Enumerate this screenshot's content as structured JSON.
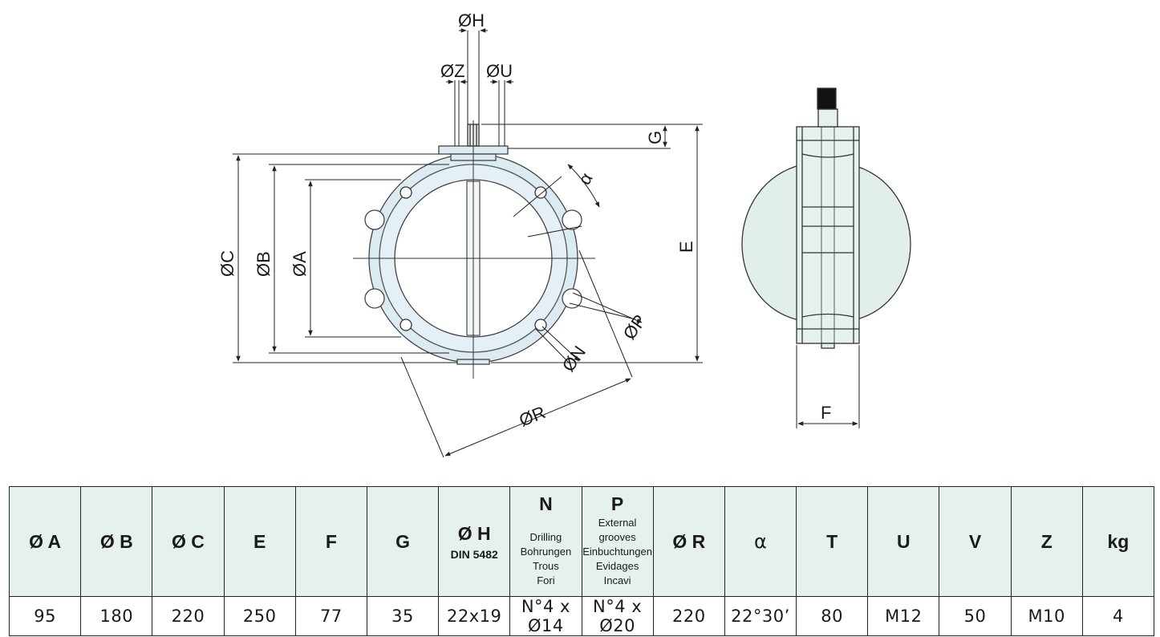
{
  "drawing": {
    "labels": {
      "h": "ØH",
      "z": "ØZ",
      "u": "ØU",
      "g": "G",
      "alpha": "α",
      "c": "ØC",
      "b": "ØB",
      "a": "ØA",
      "e": "E",
      "p": "ØP",
      "n": "ØN",
      "r": "ØR",
      "f": "F"
    }
  },
  "table": {
    "headers": [
      {
        "title": "Ø A"
      },
      {
        "title": "Ø B"
      },
      {
        "title": "Ø C"
      },
      {
        "title": "E"
      },
      {
        "title": "F"
      },
      {
        "title": "G"
      },
      {
        "title": "Ø H",
        "sub": "DIN 5482"
      },
      {
        "title": "N",
        "lines": [
          "Drilling",
          "Bohrungen",
          "Trous",
          "Fori"
        ]
      },
      {
        "title": "P",
        "lines": [
          "External grooves",
          "Einbuchtungen",
          "Evidages",
          "Incavi"
        ]
      },
      {
        "title": "Ø R"
      },
      {
        "title": "α"
      },
      {
        "title": "T"
      },
      {
        "title": "U"
      },
      {
        "title": "V"
      },
      {
        "title": "Z"
      },
      {
        "title": "kg"
      }
    ],
    "row": [
      "95",
      "180",
      "220",
      "250",
      "77",
      "35",
      "22x19",
      "N°4 x Ø14",
      "N°4 x Ø20",
      "220",
      "22°30’",
      "80",
      "M12",
      "50",
      "M10",
      "4"
    ]
  }
}
